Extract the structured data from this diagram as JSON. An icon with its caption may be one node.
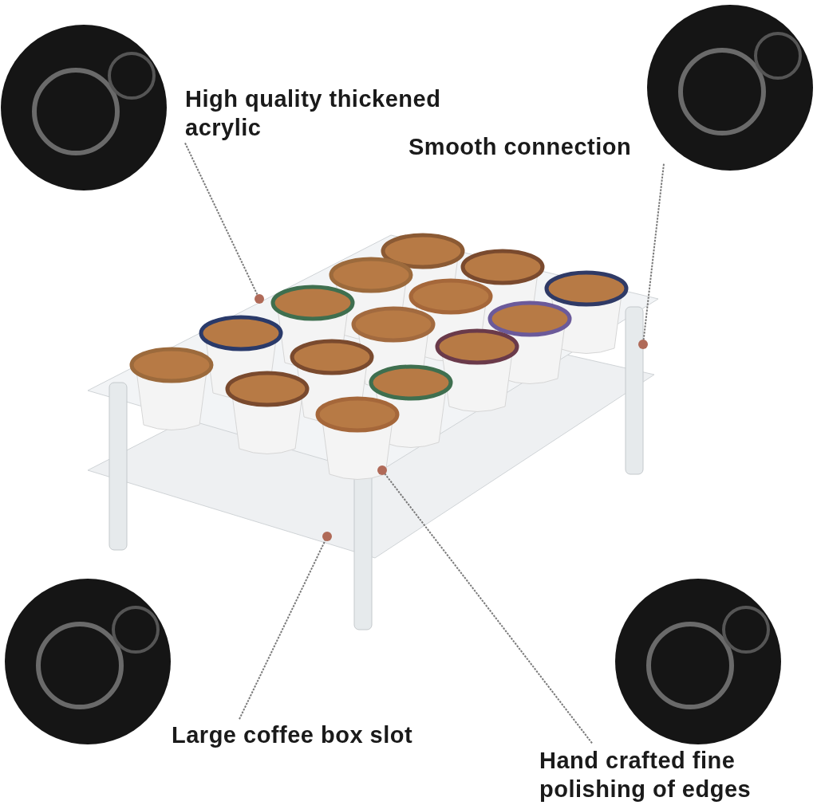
{
  "diagram": {
    "nodes": [
      {
        "text": [
          "High quality thickened acrylic"
        ]
      },
      {
        "text": [
          "Smooth connection"
        ]
      },
      {
        "text": [
          "Large coffee box slot"
        ]
      },
      {
        "text": [
          "Hand crafted fine polishing of edges"
        ]
      }
    ],
    "edges": [
      {
        "from": 0,
        "to": null,
        "arrow": "other"
      },
      {
        "from": 1,
        "to": null,
        "arrow": "other"
      },
      {
        "from": 2,
        "to": null,
        "arrow": "other"
      },
      {
        "from": 3,
        "to": null,
        "arrow": "other"
      }
    ]
  }
}
